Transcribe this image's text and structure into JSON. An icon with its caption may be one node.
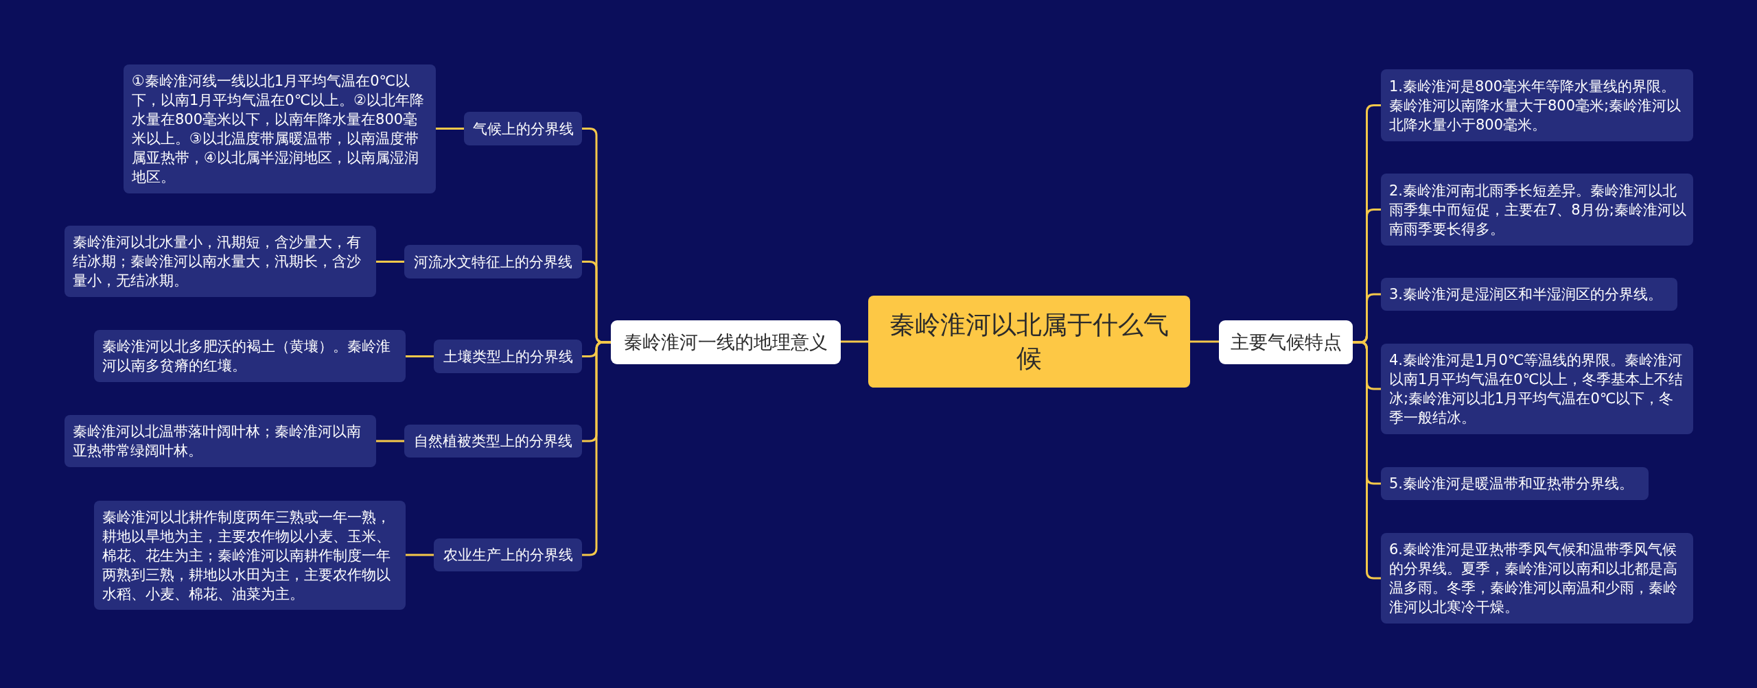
{
  "diagram": {
    "nodes": [
      {
        "text": [
          "秦岭淮河以北属于什么气候"
        ]
      },
      {
        "text": [
          "秦岭淮河一线的地理意义"
        ]
      },
      {
        "text": [
          "气候上的分界线"
        ]
      },
      {
        "text": [
          "①秦岭淮河线一线以北1月平均气温在0℃以下，以南1月平均气温在0℃以上。②以北年降水量在800毫米以下，以南年降水量在800毫米以上。③以北温度带属暖温带，以南温度带属亚热带，④以北属半湿润地区，以南属湿润地区。"
        ]
      },
      {
        "text": [
          "河流水文特征上的分界线"
        ]
      },
      {
        "text": [
          "秦岭淮河以北水量小，汛期短，含沙量大，有结冰期；秦岭淮河以南水量大，汛期长，含沙量小，无结冰期。"
        ]
      },
      {
        "text": [
          "土壤类型上的分界线"
        ]
      },
      {
        "text": [
          "秦岭淮河以北多肥沃的褐土（黄壤）。秦岭淮河以南多贫瘠的红壤。"
        ]
      },
      {
        "text": [
          "自然植被类型上的分界线"
        ]
      },
      {
        "text": [
          "秦岭淮河以北温带落叶阔叶林；秦岭淮河以南亚热带常绿阔叶林。"
        ]
      },
      {
        "text": [
          "农业生产上的分界线"
        ]
      },
      {
        "text": [
          "秦岭淮河以北耕作制度两年三熟或一年一熟，耕地以旱地为主，主要农作物以小麦、玉米、棉花、花生为主；秦岭淮河以南耕作制度一年两熟到三熟，耕地以水田为主，主要农作物以水稻、小麦、棉花、油菜为主。"
        ]
      },
      {
        "text": [
          "主要气候特点"
        ]
      },
      {
        "text": [
          "1.秦岭淮河是800毫米年等降水量线的界限。秦岭淮河以南降水量大于800毫米;秦岭淮河以北降水量小于800毫米。"
        ]
      },
      {
        "text": [
          "2.秦岭淮河南北雨季长短差异。秦岭淮河以北雨季集中而短促，主要在7、8月份;秦岭淮河以南雨季要长得多。"
        ]
      },
      {
        "text": [
          "3.秦岭淮河是湿润区和半湿润区的分界线。"
        ]
      },
      {
        "text": [
          "4.秦岭淮河是1月0℃等温线的界限。秦岭淮河以南1月平均气温在0℃以上，冬季基本上不结冰;秦岭淮河以北1月平均气温在0℃以下，冬季一般结冰。"
        ]
      },
      {
        "text": [
          "5.秦岭淮河是暖温带和亚热带分界线。"
        ]
      },
      {
        "text": [
          "6.秦岭淮河是亚热带季风气候和温带季风气候的分界线。夏季，秦岭淮河以南和以北都是高温多雨。冬季，秦岭淮河以南温和少雨，秦岭淮河以北寒冷干燥。"
        ]
      }
    ],
    "edges": [
      {
        "from": 0,
        "to": 1,
        "arrow": "none"
      },
      {
        "from": 1,
        "to": 2,
        "arrow": "none"
      },
      {
        "from": 2,
        "to": 3,
        "arrow": "none"
      },
      {
        "from": 1,
        "to": 4,
        "arrow": "none"
      },
      {
        "from": 4,
        "to": 5,
        "arrow": "none"
      },
      {
        "from": 1,
        "to": 6,
        "arrow": "none"
      },
      {
        "from": 6,
        "to": 7,
        "arrow": "none"
      },
      {
        "from": 1,
        "to": 8,
        "arrow": "none"
      },
      {
        "from": 8,
        "to": 9,
        "arrow": "none"
      },
      {
        "from": 1,
        "to": 10,
        "arrow": "none"
      },
      {
        "from": 10,
        "to": 11,
        "arrow": "none"
      },
      {
        "from": 0,
        "to": 12,
        "arrow": "none"
      },
      {
        "from": 12,
        "to": 13,
        "arrow": "none"
      },
      {
        "from": 12,
        "to": 14,
        "arrow": "none"
      },
      {
        "from": 12,
        "to": 15,
        "arrow": "none"
      },
      {
        "from": 12,
        "to": 16,
        "arrow": "none"
      },
      {
        "from": 12,
        "to": 17,
        "arrow": "none"
      },
      {
        "from": 12,
        "to": 18,
        "arrow": "none"
      }
    ]
  }
}
